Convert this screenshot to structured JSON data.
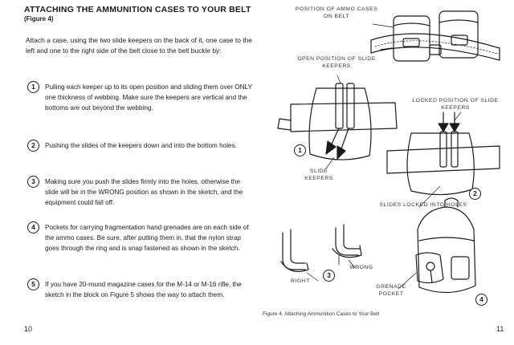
{
  "left_page": {
    "heading": "ATTACHING THE AMMUNITION CASES TO YOUR BELT",
    "subheading": "(Figure 4)",
    "intro": "Attach a case, using the two slide keepers on the back of it, one case to the left and one to the right side of the belt close to the belt buckle by:",
    "steps": [
      {
        "num": "1",
        "text": "Pulling each keeper up to its open position and sliding them over ONLY one thickness of webbing. Make sure the keepers are vertical and the bottoms are out beyond the webbing."
      },
      {
        "num": "2",
        "text": "Pushing the slides of the keepers down and into the bottom holes."
      },
      {
        "num": "3",
        "text": "Making sure you push the slides firmly into the holes, otherwise the slide will be in the WRONG position as shown in the sketch, and the equipment could fall off."
      },
      {
        "num": "4",
        "text": "Pockets for carrying fragmentation hand grenades are on each side of the ammo cases. Be sure, after putting them in, that the nylon strap goes through the ring and is snap fastened as shown in the sketch."
      },
      {
        "num": "5",
        "text": "If you have 20-round magazine cases for the M-14 or M-16 rifle, the sketch in the block on Figure 5 shows the way to attach them."
      }
    ],
    "page_number": "10"
  },
  "right_page": {
    "labels": {
      "position_ammo": "POSITION OF AMMO CASES ON BELT",
      "open_position": "OPEN POSITION OF SLIDE KEEPERS",
      "locked_position": "LOCKED POSITION OF SLIDE KEEPERS",
      "slide_keepers": "SLIDE KEEPERS",
      "slides_locked": "SLIDES LOCKED INTO HOLES",
      "wrong": "WRONG",
      "right": "RIGHT",
      "grenade_pocket": "GRENADE POCKET"
    },
    "callouts": [
      "1",
      "2",
      "3",
      "4"
    ],
    "caption": "Figure 4.  Attaching Ammunition Cases to Your Belt",
    "page_number": "11"
  }
}
